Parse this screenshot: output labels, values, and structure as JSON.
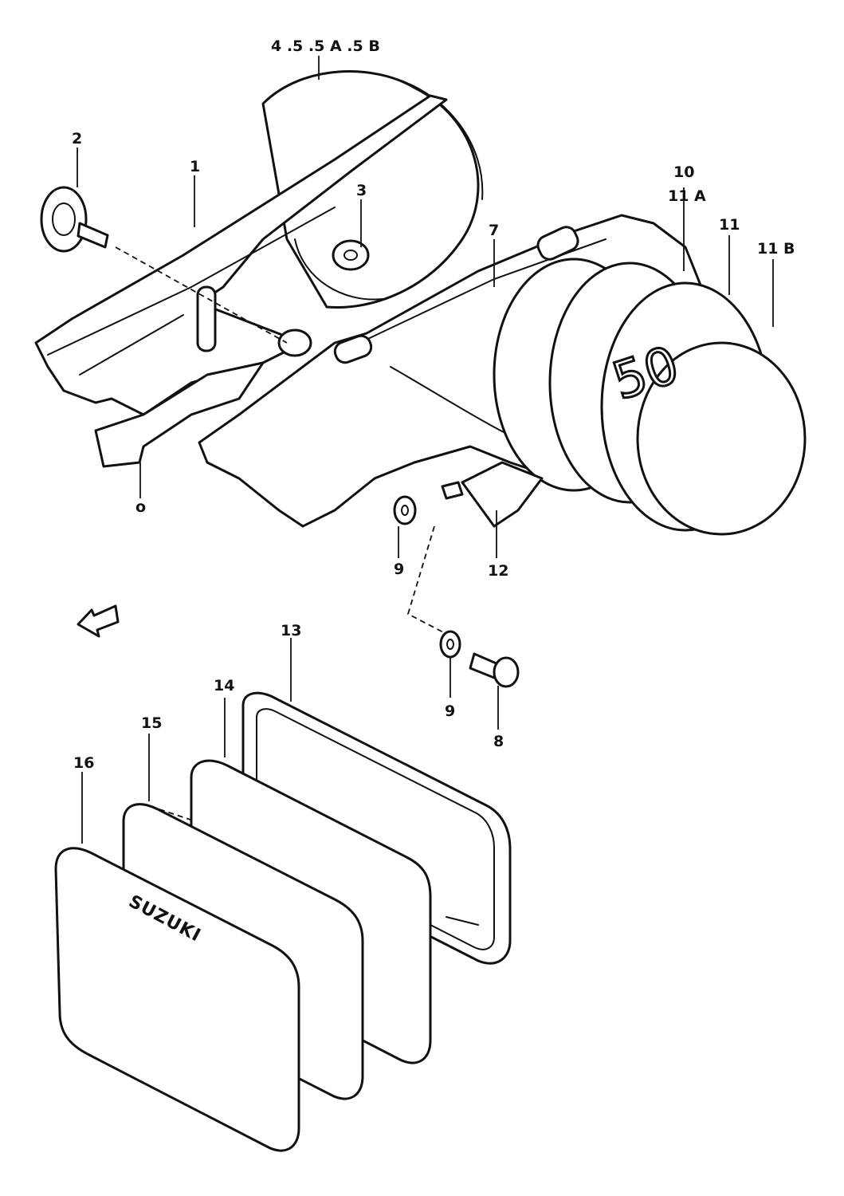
{
  "diagram": {
    "callouts": {
      "c1": "1",
      "c2": "2",
      "c3": "3",
      "c4": "4 .5 .5 A .5 B",
      "c7": "7",
      "c10": "10",
      "c11a": "11 A",
      "c11": "11",
      "c11b": "11 B",
      "c9a": "9",
      "c12": "12",
      "c13": "13",
      "c14": "14",
      "c9b": "9",
      "c8": "8",
      "c15": "15",
      "c16": "16",
      "cmark": "o"
    },
    "cover_marking": "50",
    "brand_text": "SUZUKI"
  }
}
